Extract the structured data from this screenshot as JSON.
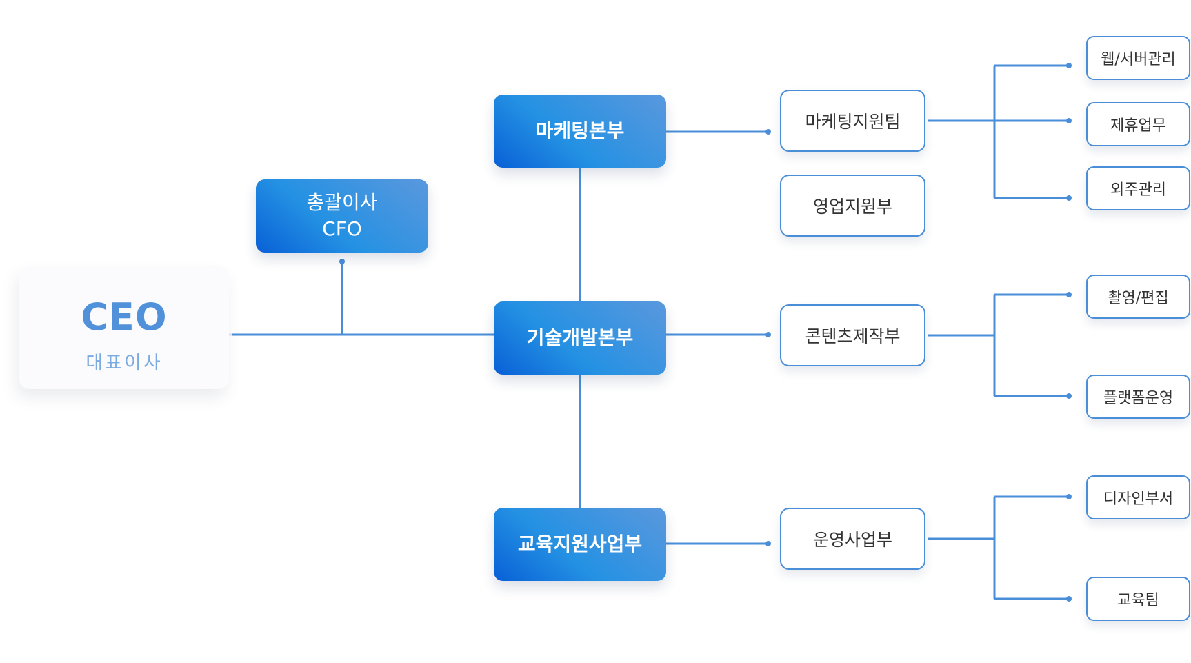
{
  "ceo": {
    "title": "CEO",
    "subtitle": "대표이사"
  },
  "cfo": {
    "line1": "총괄이사",
    "line2": "CFO"
  },
  "divisions": {
    "marketing": "마케팅본부",
    "tech": "기술개발본부",
    "education": "교육지원사업부"
  },
  "departments": {
    "marketing_support": "마케팅지원팀",
    "sales_support": "영업지원부",
    "content_production": "콘텐츠제작부",
    "operations": "운영사업부"
  },
  "teams": {
    "web_server": "웹/서버관리",
    "partnership": "제휴업무",
    "outsourcing": "외주관리",
    "filming_editing": "촬영/편집",
    "platform_ops": "플랫폼운영",
    "design": "디자인부서",
    "education_team": "교육팀"
  },
  "colors": {
    "line": "#4a8ed8",
    "ceo_text": "#5191d9",
    "box_gradient_start": "#0860d6",
    "box_gradient_end": "#5a98dd"
  }
}
